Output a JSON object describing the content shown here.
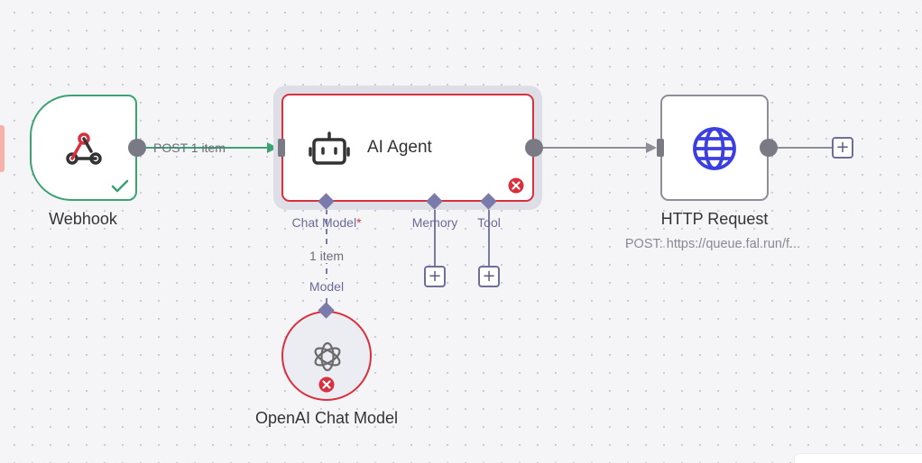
{
  "nodes": {
    "webhook": {
      "label": "Webhook",
      "icon": "webhook-icon",
      "status": "success"
    },
    "agent": {
      "label": "AI Agent",
      "icon": "robot-icon",
      "status": "error"
    },
    "http": {
      "label": "HTTP Request",
      "subtitle": "POST: https://queue.fal.run/f...",
      "icon": "globe-icon"
    },
    "openai": {
      "label": "OpenAI Chat Model",
      "icon": "openai-icon",
      "status": "error"
    }
  },
  "ports": {
    "chat_model": "Chat Model",
    "chat_model_required": "*",
    "memory": "Memory",
    "tool": "Tool",
    "model": "Model"
  },
  "edges": {
    "webhook_to_agent": "POST 1 item",
    "model_to_agent": "1 item"
  },
  "buttons": {
    "add_node": "+"
  },
  "colors": {
    "success": "#3ba272",
    "error": "#d9303e",
    "http_icon": "#3b3ee0",
    "port": "#7b7bab",
    "connector": "#7a7a85"
  }
}
